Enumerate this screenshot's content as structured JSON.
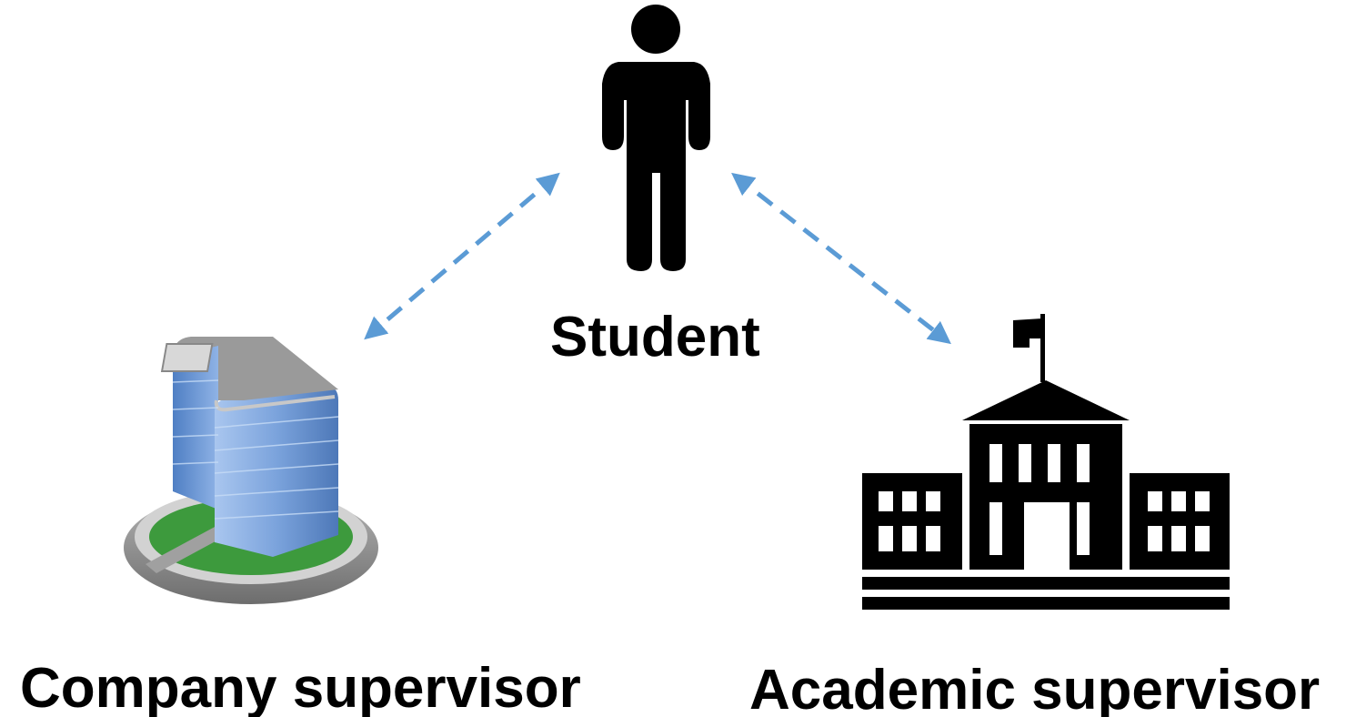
{
  "nodes": {
    "student": {
      "label": "Student",
      "icon": "person-icon"
    },
    "company": {
      "label": "Company supervisor",
      "icon": "office-building-icon"
    },
    "academic": {
      "label": "Academic supervisor",
      "icon": "school-building-icon"
    }
  },
  "connectors": [
    {
      "from": "student",
      "to": "company",
      "style": "dashed",
      "direction": "bidirectional"
    },
    {
      "from": "student",
      "to": "academic",
      "style": "dashed",
      "direction": "bidirectional"
    }
  ],
  "colors": {
    "arrow": "#5b9bd5",
    "icon_dark": "#000000",
    "building_glass": "#7fa7dc",
    "building_lawn": "#3d9a3d",
    "building_base": "#8c8c8c",
    "text": "#000000"
  }
}
